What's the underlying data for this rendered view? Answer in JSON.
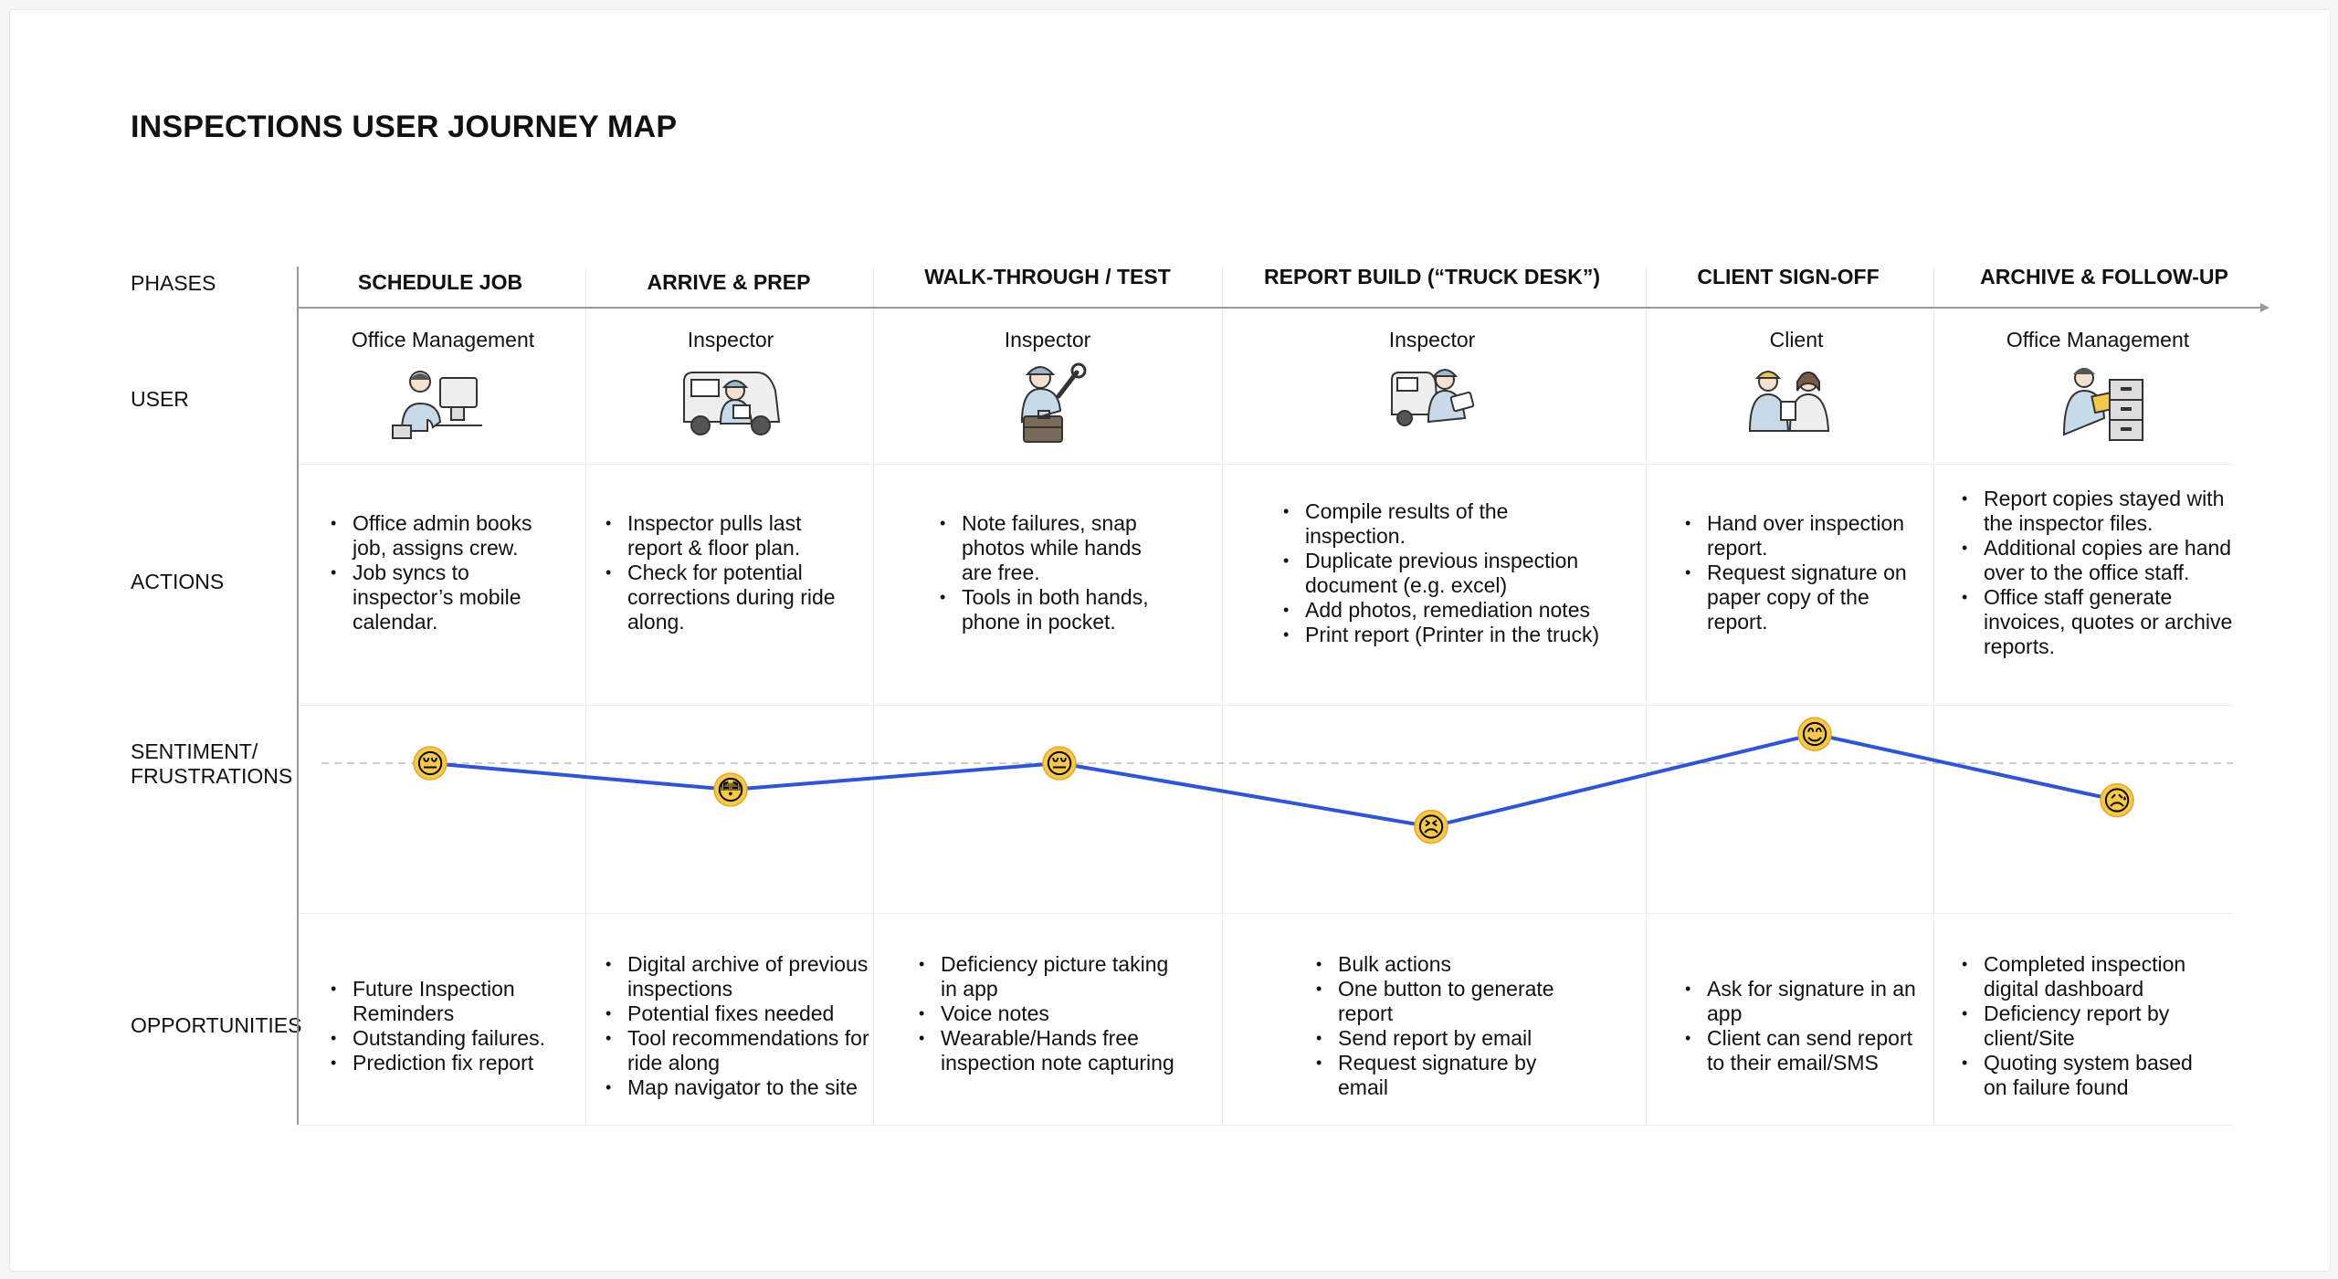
{
  "title": "INSPECTIONS USER JOURNEY MAP",
  "row_labels": {
    "phases": "PHASES",
    "user": "USER",
    "actions": "ACTIONS",
    "sentiment_line1": "SENTIMENT/",
    "sentiment_line2": "FRUSTRATIONS",
    "opportunities": "OPPORTUNITIES"
  },
  "colors": {
    "sentiment_line": "#2f55d4",
    "baseline": "#bdbdbd",
    "grid": "#ececec"
  },
  "phases": [
    {
      "name": "SCHEDULE JOB",
      "user": "Office Management",
      "icon": "office-worker-at-computer-icon",
      "sentiment": "sad",
      "sentiment_face": "😔",
      "actions": [
        "Office admin books job, assigns crew.",
        "Job syncs to inspector’s mobile calendar."
      ],
      "opportunities": [
        "Future Inspection Reminders",
        "Outstanding failures.",
        "Prediction fix report"
      ]
    },
    {
      "name": "ARRIVE & PREP",
      "user": "Inspector",
      "icon": "inspector-with-van-icon",
      "sentiment": "anxious",
      "sentiment_face": "😳",
      "actions": [
        "Inspector pulls last report & floor plan.",
        "Check for potential corrections during ride along."
      ],
      "opportunities": [
        "Digital archive of previous inspections",
        "Potential fixes needed",
        "Tool recommendations for ride along",
        "Map navigator to the site"
      ]
    },
    {
      "name": "WALK-THROUGH / TEST",
      "user": "Inspector",
      "icon": "inspector-with-toolbox-icon",
      "sentiment": "sad",
      "sentiment_face": "😔",
      "actions": [
        "Note failures, snap photos while hands are free.",
        "Tools in both hands, phone in pocket."
      ],
      "opportunities": [
        "Deficiency picture taking in app",
        "Voice notes",
        "Wearable/Hands free inspection note capturing"
      ]
    },
    {
      "name": "REPORT BUILD (“TRUCK DESK”)",
      "user": "Inspector",
      "icon": "inspector-at-truck-with-tablet-icon",
      "sentiment": "frustrated",
      "sentiment_face": "😣",
      "actions": [
        "Compile results of the inspection.",
        "Duplicate previous inspection document (e.g. excel)",
        "Add photos, remediation notes",
        "Print report (Printer in the truck)"
      ],
      "opportunities": [
        "Bulk actions",
        "One button to generate report",
        "Send report by email",
        "Request signature by email"
      ]
    },
    {
      "name": "CLIENT SIGN-OFF",
      "user": "Client",
      "icon": "inspector-handing-report-to-client-icon",
      "sentiment": "happy",
      "sentiment_face": "😊",
      "actions": [
        "Hand over inspection report.",
        "Request signature on paper copy of the report."
      ],
      "opportunities": [
        "Ask for signature in an app",
        "Client can send report to their email/SMS"
      ]
    },
    {
      "name": "ARCHIVE & FOLLOW-UP",
      "user": "Office Management",
      "icon": "office-worker-filing-cabinet-icon",
      "sentiment": "worried",
      "sentiment_face": "😥",
      "actions": [
        "Report copies stayed with the inspector files.",
        "Additional copies are hand over to the office staff.",
        "Office staff generate invoices, quotes or archive reports."
      ],
      "opportunities": [
        "Completed inspection digital dashboard",
        "Deficiency report by client/Site",
        "Quoting system based on failure found"
      ]
    }
  ],
  "chart_data": {
    "type": "line",
    "categories": [
      "SCHEDULE JOB",
      "ARRIVE & PREP",
      "WALK-THROUGH / TEST",
      "REPORT BUILD (“TRUCK DESK”)",
      "CLIENT SIGN-OFF",
      "ARCHIVE & FOLLOW-UP"
    ],
    "values": [
      0,
      -0.5,
      0,
      -1.2,
      0.55,
      -0.7
    ],
    "ylim": [
      -1.5,
      1
    ],
    "baseline": 0,
    "grid": false
  }
}
